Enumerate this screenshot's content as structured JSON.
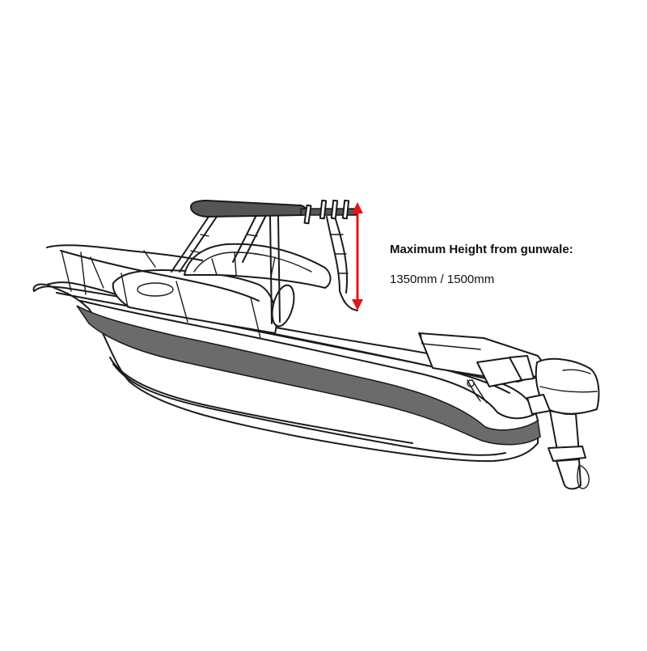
{
  "diagram": {
    "subject": "Center-console / walkaround fishing boat with T-top and outboard motor",
    "annotation": {
      "title": "Maximum Height from gunwale:",
      "value": "1350mm / 1500mm"
    },
    "colors": {
      "background": "#ffffff",
      "line": "#1a1a1a",
      "hull_stripe": "#6b6b6b",
      "t_top_canopy": "#555555",
      "arrow": "#e3151b"
    },
    "elements": [
      "t-top-canopy",
      "rod-holders",
      "t-top-frame",
      "bow-rail",
      "windshield",
      "cabin",
      "hull",
      "hull-stripe",
      "cockpit",
      "outboard-motor",
      "height-arrow"
    ]
  }
}
